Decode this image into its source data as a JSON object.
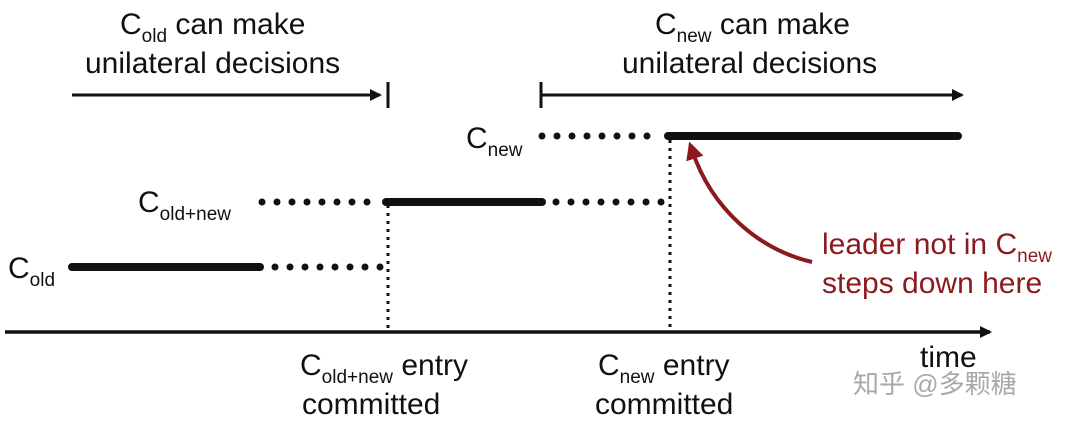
{
  "colors": {
    "line": "#111111",
    "accent": "#8b1a1f",
    "watermark": "#9a9a9a"
  },
  "top_left_label": {
    "base": "C",
    "sub": "old",
    "line1_rest": " can make",
    "line2": "unilateral decisions"
  },
  "top_right_label": {
    "base": "C",
    "sub": "new",
    "line1_rest": " can make",
    "line2": "unilateral decisions"
  },
  "config_labels": {
    "old": {
      "base": "C",
      "sub": "old"
    },
    "joint": {
      "base": "C",
      "sub": "old+new"
    },
    "new": {
      "base": "C",
      "sub": "new"
    }
  },
  "bottom_labels": {
    "joint_entry": {
      "base": "C",
      "sub": "old+new",
      "rest": " entry",
      "line2": "committed"
    },
    "new_entry": {
      "base": "C",
      "sub": "new",
      "rest": " entry",
      "line2": "committed"
    }
  },
  "axis_label": "time",
  "annotation": {
    "line1": "leader not in C",
    "line1_sub": "new",
    "line2": "steps down here"
  },
  "watermark": "知乎 @多颗糖"
}
